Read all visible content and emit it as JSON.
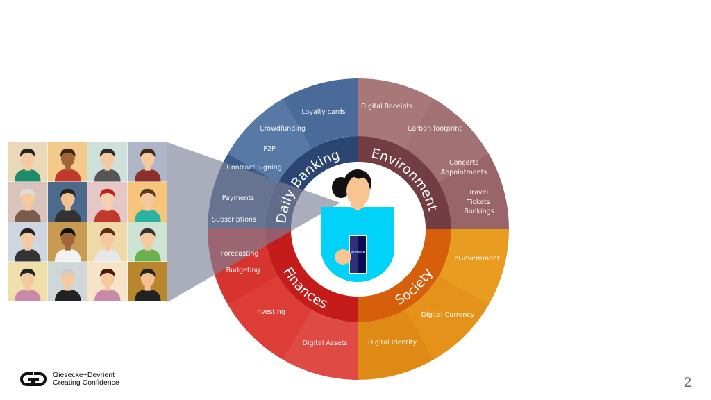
{
  "quadrants": [
    {
      "title": "Daily Banking",
      "ring_color": "#2c4674",
      "segments": [
        {
          "color": "#3e5c8b",
          "labels": [
            "Payments",
            "Subscriptions"
          ]
        },
        {
          "color": "#5878a6",
          "labels": [
            "Contract Signing",
            "P2P",
            "Crowdfunding"
          ]
        },
        {
          "color": "#4a6b9a",
          "labels": [
            "Loyalty cards"
          ]
        }
      ]
    },
    {
      "title": "Environment",
      "ring_color": "#733d44",
      "segments": [
        {
          "color": "#a87878",
          "labels": [
            "Digital Receipts"
          ]
        },
        {
          "color": "#a27174",
          "labels": [
            "Carbon footprint",
            "Concerts\nAppointments"
          ]
        },
        {
          "color": "#9a6569",
          "labels": [
            "Travel\nTickets\nBookings"
          ]
        }
      ]
    },
    {
      "title": "Society",
      "ring_color": "#d55f0a",
      "segments": [
        {
          "color": "#e89c20",
          "labels": [
            "eGovernment"
          ]
        },
        {
          "color": "#e5921b",
          "labels": [
            "Digital Currency"
          ]
        },
        {
          "color": "#e08a16",
          "labels": [
            "Digital Identity"
          ]
        }
      ]
    },
    {
      "title": "Finances",
      "ring_color": "#c41b1b",
      "segments": [
        {
          "color": "#e04a44",
          "labels": [
            "Digital Assets"
          ]
        },
        {
          "color": "#dc3e37",
          "labels": [
            "Investing"
          ]
        },
        {
          "color": "#d7332f",
          "labels": [
            "Forecasting",
            "Budgeting"
          ]
        }
      ]
    }
  ],
  "labels": {
    "payments": "Payments",
    "subscriptions": "Subscriptions",
    "contract": "Contract Signing",
    "p2p": "P2P",
    "crowdfunding": "Crowdfunding",
    "loyalty": "Loyalty cards",
    "receipts": "Digital Receipts",
    "carbon": "Carbon footprint",
    "concerts": "Concerts",
    "appointments": "Appointments",
    "travel": "Travel",
    "tickets": "Tickets",
    "bookings": "Bookings",
    "egov": "eGovernment",
    "currency": "Digital Currency",
    "identity": "Digital Identity",
    "assets": "Digital Assets",
    "investing": "Investing",
    "forecasting": "Forecasting",
    "budgeting": "Budgeting"
  },
  "ring_titles": {
    "daily_banking": "Daily Banking",
    "environment": "Environment",
    "society": "Society",
    "finances": "Finances"
  },
  "phone_label": "Bank",
  "avatar_backgrounds": [
    "#e9d9b8",
    "#f3c98c",
    "#cfe0d8",
    "#aeb6c8",
    "#d9c4bc",
    "#4c6a8c",
    "#e7c6c6",
    "#f6c57a",
    "#cfd6e0",
    "#c99a52",
    "#f0d9a8",
    "#cfe3d3",
    "#f0dfa8",
    "#cfd8d8",
    "#f6e3c8",
    "#b9862c"
  ],
  "logo": {
    "company": "Giesecke+Devrient",
    "tagline": "Creating Confidence"
  },
  "page_number": "2"
}
